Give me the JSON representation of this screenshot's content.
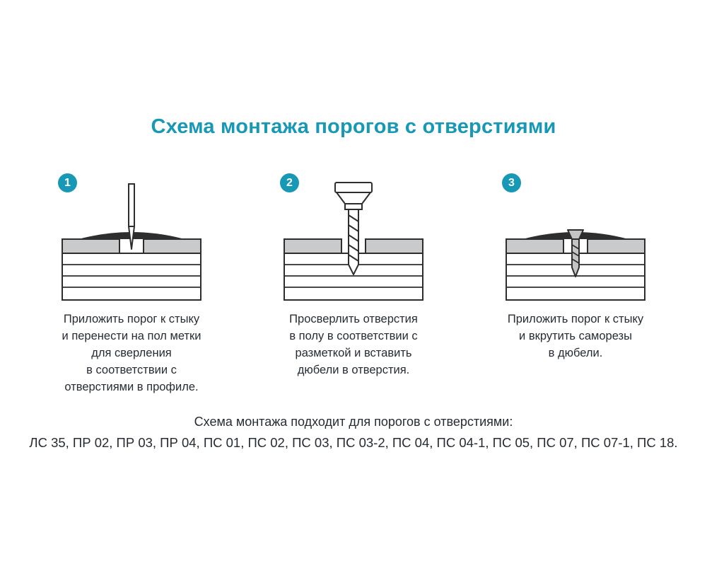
{
  "theme": {
    "accent_color": "#1798b5",
    "text_color": "#262c33",
    "line_color": "#2e2e2e",
    "floor_fill_color": "#c9cacb"
  },
  "page": {
    "title": "Схема монтажа порогов с отверстиями"
  },
  "steps": [
    {
      "number": "1",
      "icon": "awl-marking-icon",
      "caption": "Приложить порог к стыку\nи перенести на пол метки\nдля сверления\nв соответствии с\nотверстиями в профиле."
    },
    {
      "number": "2",
      "icon": "drill-icon",
      "caption": "Просверлить отверстия\nв полу в соответствии с\nразметкой и вставить\nдюбели в отверстия."
    },
    {
      "number": "3",
      "icon": "screw-icon",
      "caption": "Приложить порог к стыку\nи вкрутить саморезы\nв дюбели."
    }
  ],
  "footer": {
    "line1": "Схема монтажа подходит для порогов с отверстиями:",
    "line2": "ЛС 35, ПР 02, ПР 03, ПР 04, ПС 01, ПС 02, ПС 03, ПС 03-2, ПС 04, ПС 04-1, ПС 05, ПС 07, ПС 07-1, ПС 18."
  }
}
